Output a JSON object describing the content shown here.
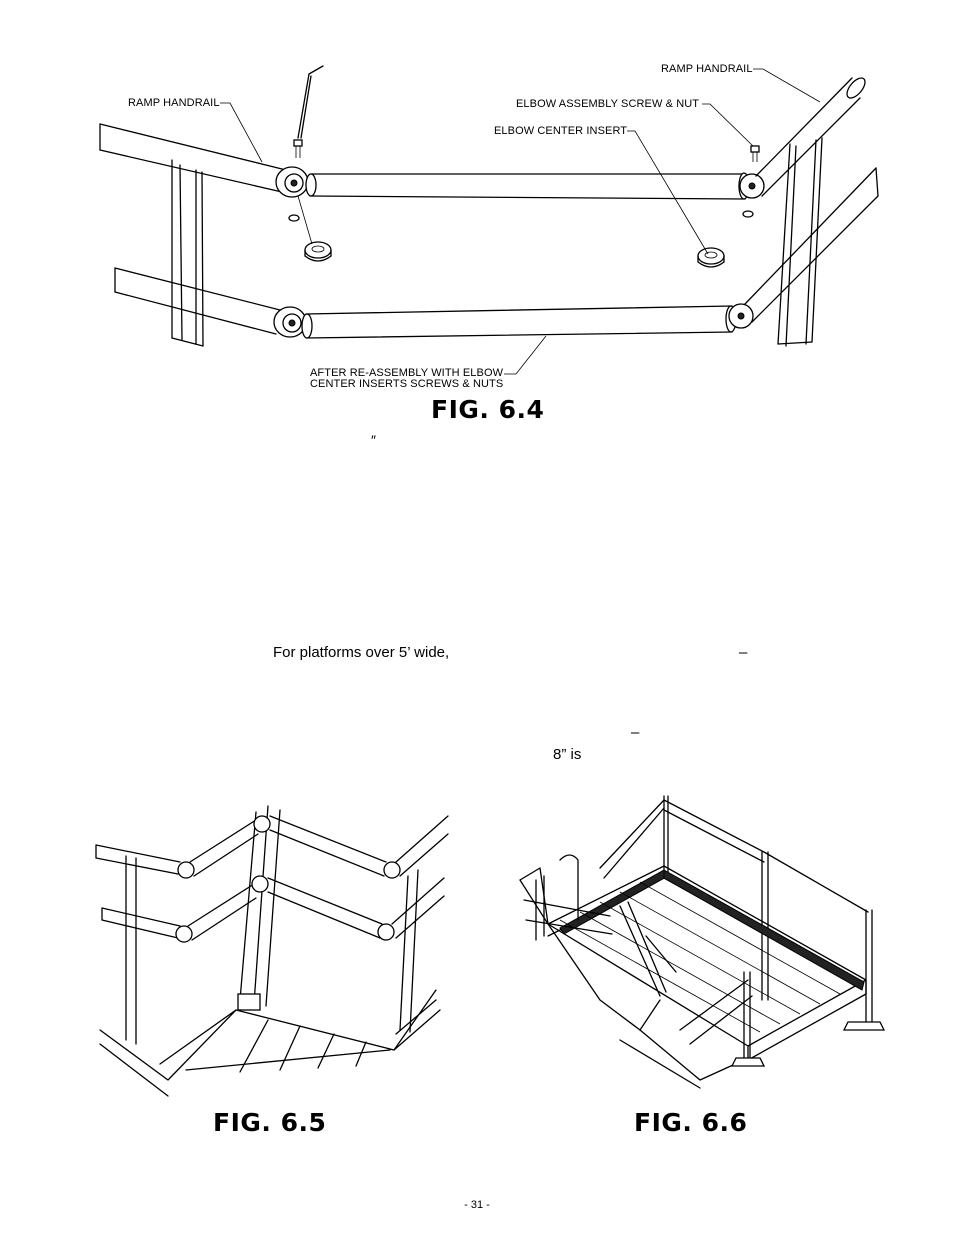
{
  "figures": {
    "fig64": {
      "title": "FIG. 6.4",
      "labels": {
        "ramp_handrail_left": "RAMP HANDRAIL",
        "ramp_handrail_right": "RAMP HANDRAIL",
        "elbow_screw_nut": "ELBOW ASSEMBLY SCREW & NUT",
        "elbow_center_insert": "ELBOW CENTER INSERT",
        "after_reassembly_line1": "AFTER RE-ASSEMBLY WITH ELBOW",
        "after_reassembly_line2": "CENTER INSERTS SCREWS & NUTS"
      }
    },
    "fig65": {
      "title": "FIG. 6.5"
    },
    "fig66": {
      "title": "FIG. 6.6"
    }
  },
  "body_text": {
    "inch_mark": "″",
    "platform_fragment": "For platforms over 5’ wide,",
    "dash_1": "–",
    "dash_2": "–",
    "eight_inch_fragment": "8” is"
  },
  "footer": {
    "page_number": "- 31 -"
  }
}
